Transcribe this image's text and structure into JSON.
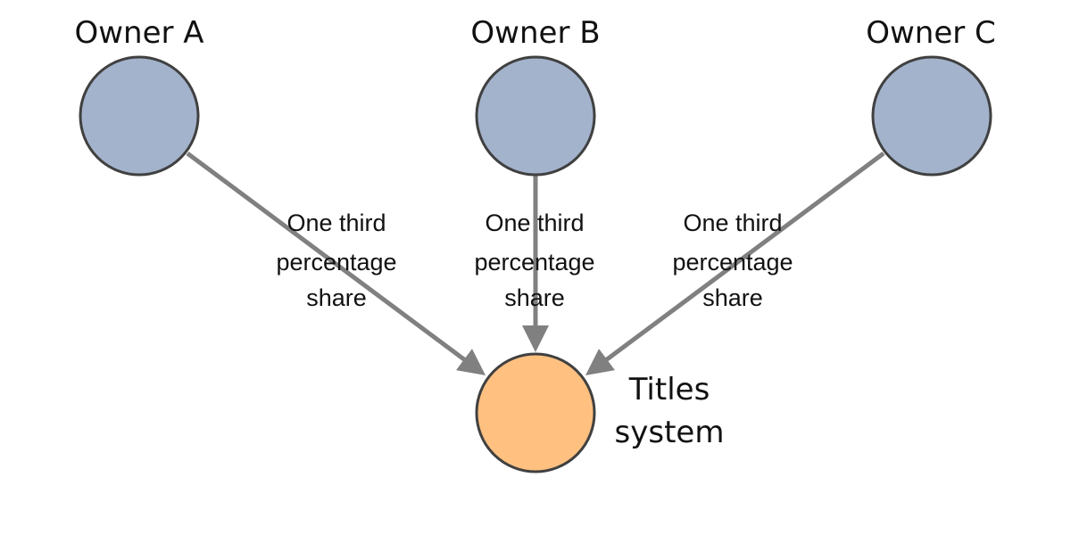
{
  "colors": {
    "owner_fill": "#a3b3cc",
    "target_fill": "#ffc080",
    "node_stroke": "#404040",
    "edge": "#808080"
  },
  "owners": [
    {
      "label": "Owner A",
      "share_lines": [
        "One third",
        "percentage",
        "share"
      ]
    },
    {
      "label": "Owner B",
      "share_lines": [
        "One third",
        "percentage",
        "share"
      ]
    },
    {
      "label": "Owner C",
      "share_lines": [
        "One third",
        "percentage",
        "share"
      ]
    }
  ],
  "target": {
    "label_lines": [
      "Titles",
      "system"
    ]
  }
}
